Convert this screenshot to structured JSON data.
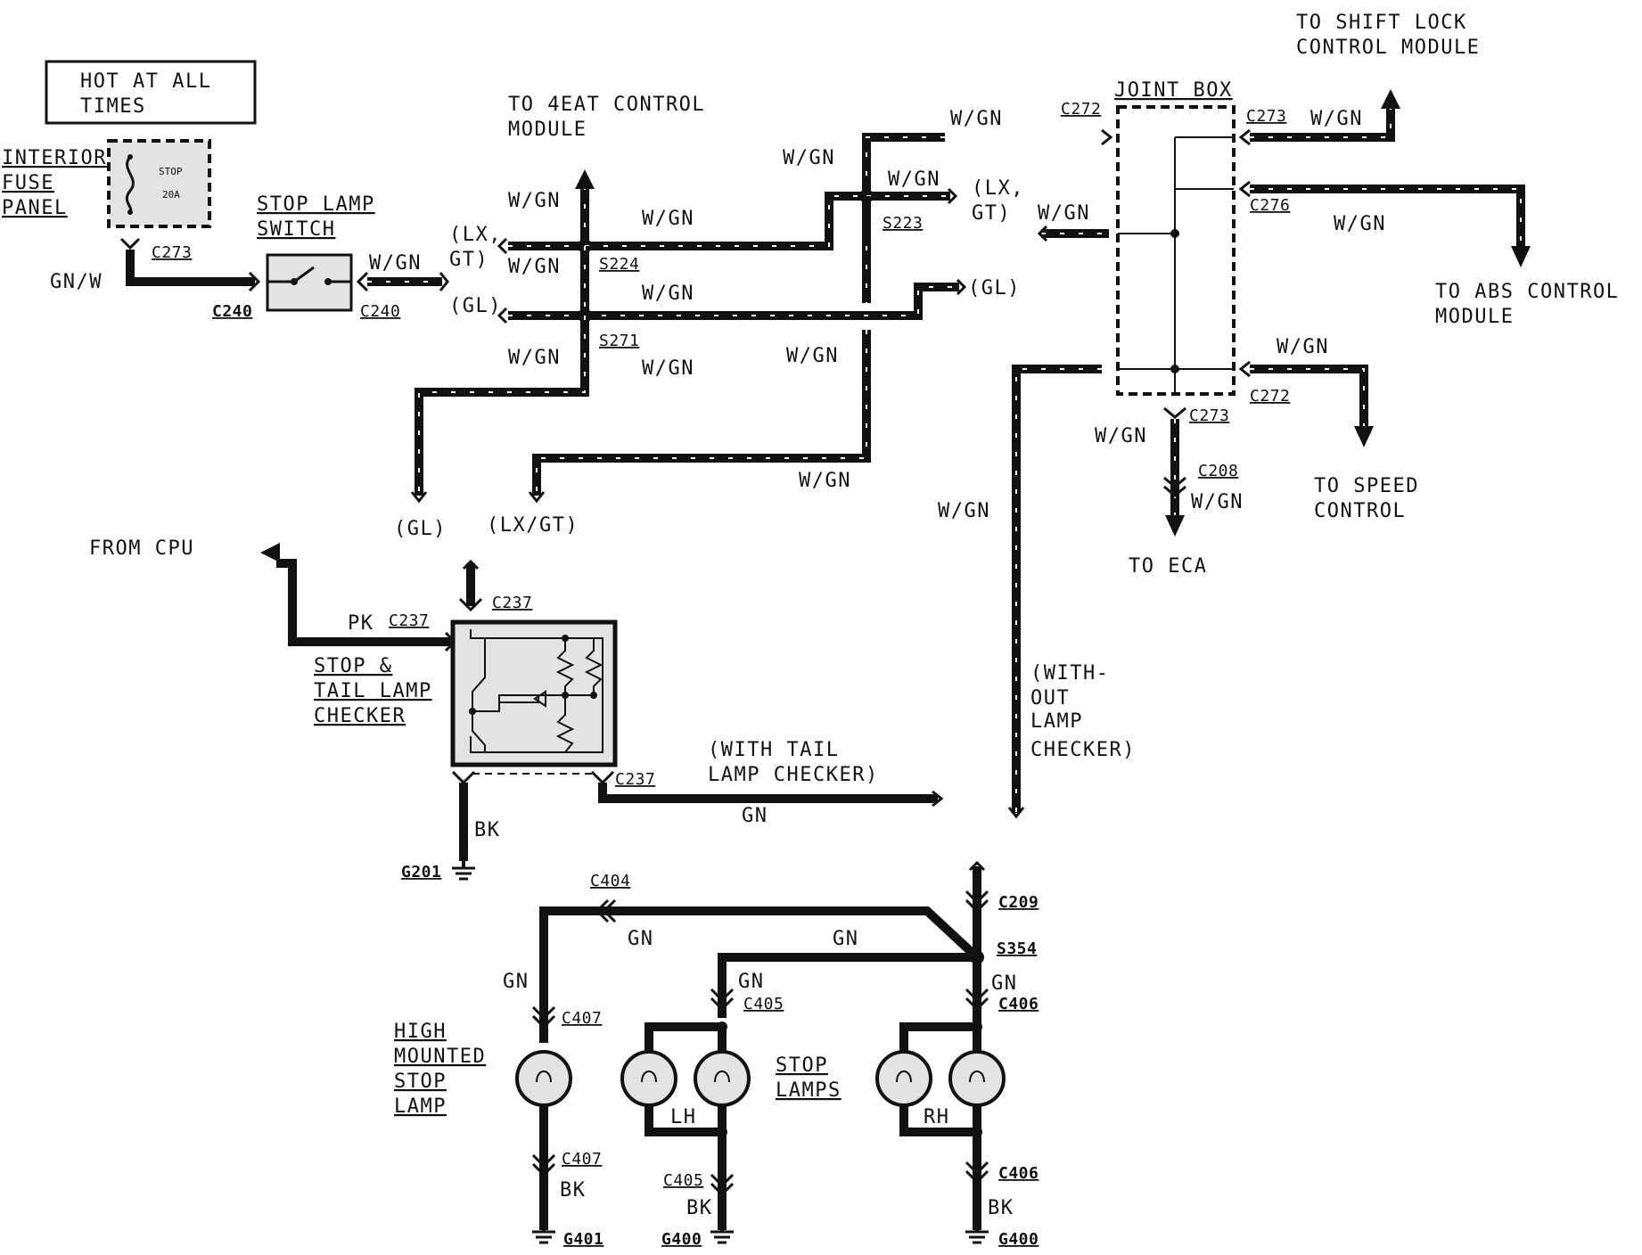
{
  "header": {
    "hot_at_all_times": [
      "HOT AT ALL",
      "TIMES"
    ]
  },
  "components": {
    "interior_fuse_panel": [
      "INTERIOR",
      "FUSE",
      "PANEL"
    ],
    "fuse_label": [
      "STOP",
      "20A"
    ],
    "stop_lamp_switch": [
      "STOP LAMP",
      "SWITCH"
    ],
    "joint_box": "JOINT BOX",
    "stop_tail_lamp_checker": [
      "STOP &",
      "TAIL LAMP",
      "CHECKER"
    ],
    "high_mounted_stop_lamp": [
      "HIGH",
      "MOUNTED",
      "STOP",
      "LAMP"
    ],
    "stop_lamps": [
      "STOP",
      "LAMPS"
    ],
    "lh": "LH",
    "rh": "RH"
  },
  "destinations": {
    "shift_lock": [
      "TO SHIFT LOCK",
      "CONTROL MODULE"
    ],
    "four_eat": [
      "TO 4EAT CONTROL",
      "MODULE"
    ],
    "abs": [
      "TO ABS CONTROL",
      "MODULE"
    ],
    "speed_control": [
      "TO SPEED",
      "CONTROL"
    ],
    "eca": "TO ECA",
    "from_cpu": "FROM CPU"
  },
  "variants": {
    "lx_gt_a": [
      "(LX,",
      "GT)"
    ],
    "lx_gt_b": [
      "(LX,",
      "GT)"
    ],
    "gl_left": "(GL)",
    "gl_right": "(GL)",
    "gl_bottom": "(GL)",
    "lx_gt_bottom": "(LX/GT)",
    "with_tail_lamp_checker": [
      "(WITH TAIL",
      "LAMP CHECKER)"
    ],
    "without_lamp_checker": [
      "(WITH-",
      "OUT",
      "LAMP",
      "CHECKER)"
    ]
  },
  "wire_colors": {
    "w_gn": "W/GN",
    "gn_w": "GN/W",
    "gn": "GN",
    "bk": "BK",
    "pk": "PK"
  },
  "connectors": {
    "c273": "C273",
    "c240": "C240",
    "c272": "C272",
    "c276": "C276",
    "c208": "C208",
    "c237": "C237",
    "c209": "C209",
    "c404": "C404",
    "c405": "C405",
    "c406": "C406",
    "c407": "C407"
  },
  "splices": {
    "s224": "S224",
    "s271": "S271",
    "s223": "S223",
    "s354": "S354"
  },
  "grounds": {
    "g201": "G201",
    "g400": "G400",
    "g401": "G401"
  }
}
